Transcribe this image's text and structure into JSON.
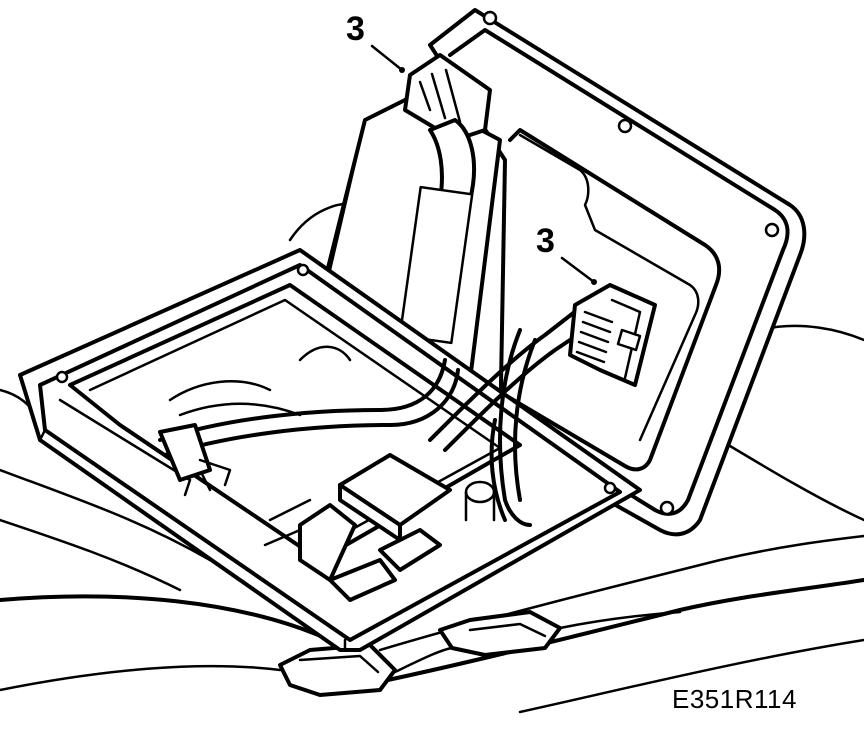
{
  "callouts": {
    "top_connector": "3",
    "module_connector": "3"
  },
  "figure_code": "E351R114"
}
